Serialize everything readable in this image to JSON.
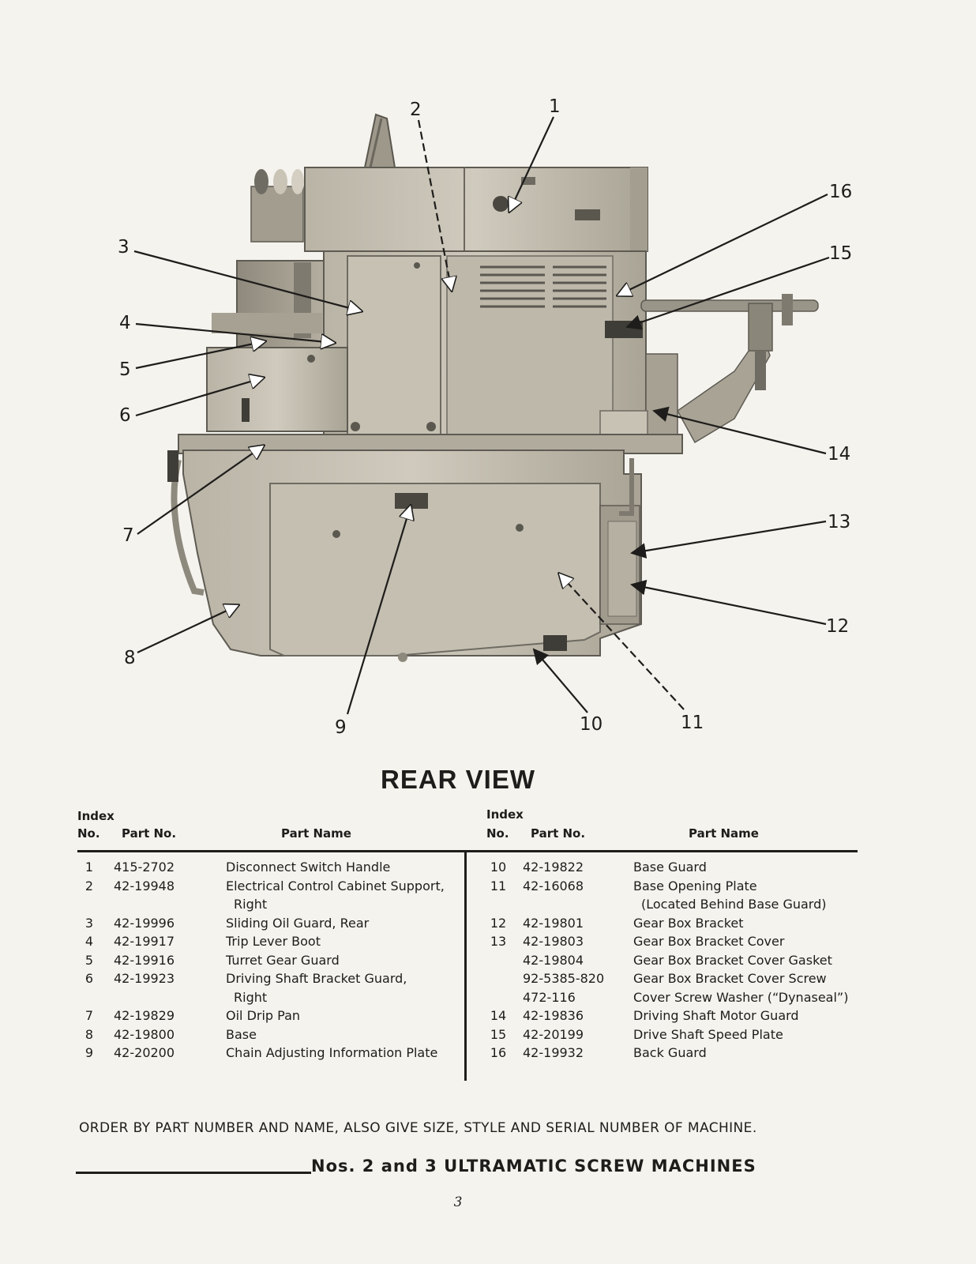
{
  "view_title": "REAR VIEW",
  "callouts": [
    "1",
    "2",
    "3",
    "4",
    "5",
    "6",
    "7",
    "8",
    "9",
    "10",
    "11",
    "12",
    "13",
    "14",
    "15",
    "16"
  ],
  "table": {
    "headers": {
      "index_top": "Index",
      "index_no": "No.",
      "part_no": "Part No.",
      "part_name": "Part Name"
    },
    "left_rows": [
      {
        "idx": "1",
        "part_no": "415-2702",
        "name": "Disconnect Switch Handle",
        "cont": ""
      },
      {
        "idx": "2",
        "part_no": "42-19948",
        "name": "Electrical Control Cabinet Support,",
        "cont": "Right"
      },
      {
        "idx": "3",
        "part_no": "42-19996",
        "name": "Sliding Oil Guard, Rear",
        "cont": ""
      },
      {
        "idx": "4",
        "part_no": "42-19917",
        "name": "Trip Lever Boot",
        "cont": ""
      },
      {
        "idx": "5",
        "part_no": "42-19916",
        "name": "Turret Gear Guard",
        "cont": ""
      },
      {
        "idx": "6",
        "part_no": "42-19923",
        "name": "Driving Shaft Bracket Guard,",
        "cont": "Right"
      },
      {
        "idx": "7",
        "part_no": "42-19829",
        "name": "Oil Drip Pan",
        "cont": ""
      },
      {
        "idx": "8",
        "part_no": "42-19800",
        "name": "Base",
        "cont": ""
      },
      {
        "idx": "9",
        "part_no": "42-20200",
        "name": "Chain Adjusting Information Plate",
        "cont": ""
      }
    ],
    "right_rows": [
      {
        "idx": "10",
        "part_no": "42-19822",
        "name": "Base Guard",
        "cont": ""
      },
      {
        "idx": "11",
        "part_no": "42-16068",
        "name": "Base Opening Plate",
        "cont": "(Located Behind Base Guard)"
      },
      {
        "idx": "12",
        "part_no": "42-19801",
        "name": "Gear Box Bracket",
        "cont": ""
      },
      {
        "idx": "13",
        "part_no": "42-19803",
        "name": "Gear Box Bracket Cover",
        "cont": ""
      },
      {
        "idx": "",
        "part_no": "42-19804",
        "name": "Gear Box Bracket Cover Gasket",
        "cont": ""
      },
      {
        "idx": "",
        "part_no": "92-5385-820",
        "name": "Gear Box Bracket Cover Screw",
        "cont": ""
      },
      {
        "idx": "",
        "part_no": "472-116",
        "name": "Cover Screw Washer (“Dynaseal”)",
        "cont": ""
      },
      {
        "idx": "14",
        "part_no": "42-19836",
        "name": "Driving Shaft Motor Guard",
        "cont": ""
      },
      {
        "idx": "15",
        "part_no": "42-20199",
        "name": "Drive Shaft Speed Plate",
        "cont": ""
      },
      {
        "idx": "16",
        "part_no": "42-19932",
        "name": "Back Guard",
        "cont": ""
      }
    ]
  },
  "order_note": "ORDER BY PART NUMBER AND NAME, ALSO GIVE SIZE, STYLE AND SERIAL NUMBER OF MACHINE.",
  "footer_title": "Nos. 2 and 3 ULTRAMATIC SCREW MACHINES",
  "page_number": "3"
}
